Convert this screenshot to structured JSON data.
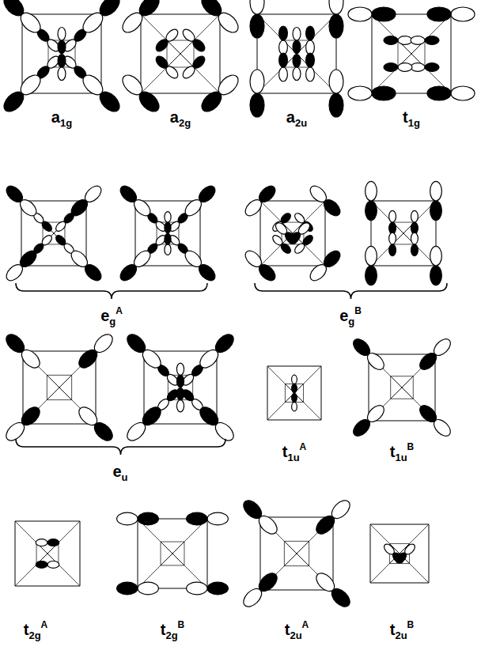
{
  "diagram": {
    "labels": [
      "a1g",
      "a2g",
      "a2u",
      "t1g",
      "egA",
      "egB",
      "eu",
      "t1uA",
      "t1uB",
      "t2gA",
      "t2gB",
      "t2uA",
      "t2uB"
    ]
  }
}
